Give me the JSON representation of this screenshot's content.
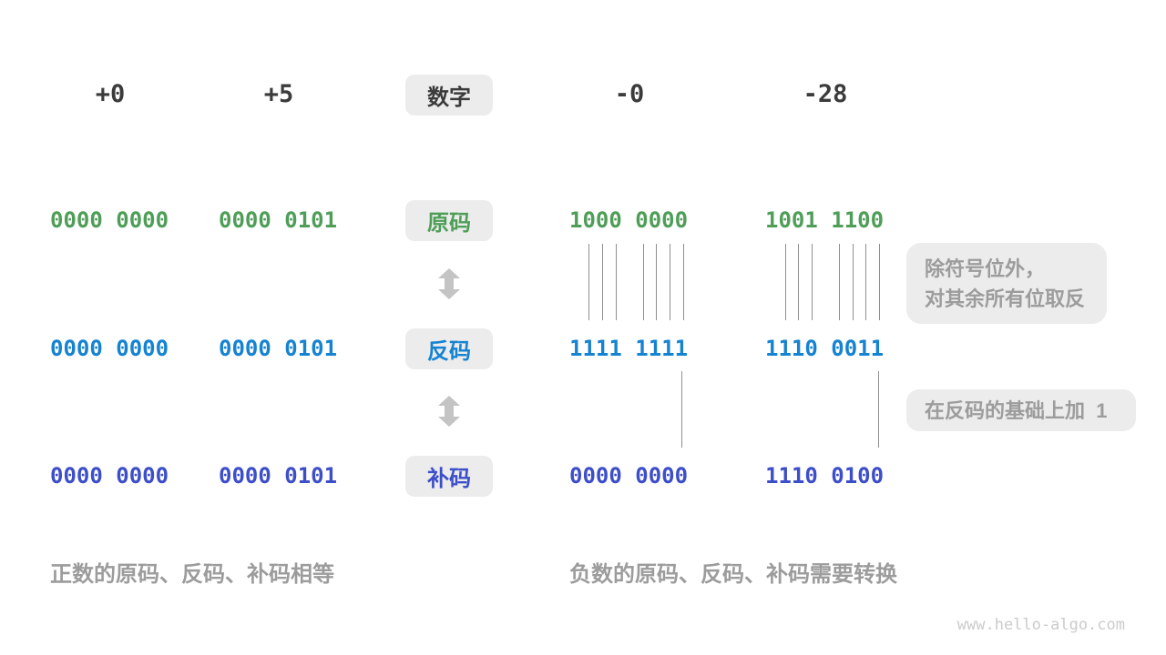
{
  "colors": {
    "dark": "#3b3b3b",
    "green": "#4f9e58",
    "blue": "#1583d2",
    "indigo": "#3d4ec9",
    "gray_text": "#9c9c9c",
    "box_bg": "#ececec",
    "line": "#8f8f8f",
    "arrow": "#c4c4c4",
    "watermark_color": "#cbcbcb"
  },
  "header": {
    "label": "数字",
    "values": [
      "+0",
      "+5",
      "-0",
      "-28"
    ]
  },
  "rows": {
    "sign_magnitude": {
      "label": "原码",
      "values": [
        "0000 0000",
        "0000 0101",
        "1000 0000",
        "1001 1100"
      ]
    },
    "ones_complement": {
      "label": "反码",
      "values": [
        "0000 0000",
        "0000 0101",
        "1111 1111",
        "1110 0011"
      ]
    },
    "twos_complement": {
      "label": "补码",
      "values": [
        "0000 0000",
        "0000 0101",
        "0000 0000",
        "1110 0100"
      ]
    }
  },
  "annotations": {
    "invert_line1": "除符号位外，",
    "invert_line2": "对其余所有位取反",
    "add_one": "在反码的基础上加  1"
  },
  "captions": {
    "positive": "正数的原码、反码、补码相等",
    "negative": "负数的原码、反码、补码需要转换"
  },
  "watermark": "www.hello-algo.com"
}
